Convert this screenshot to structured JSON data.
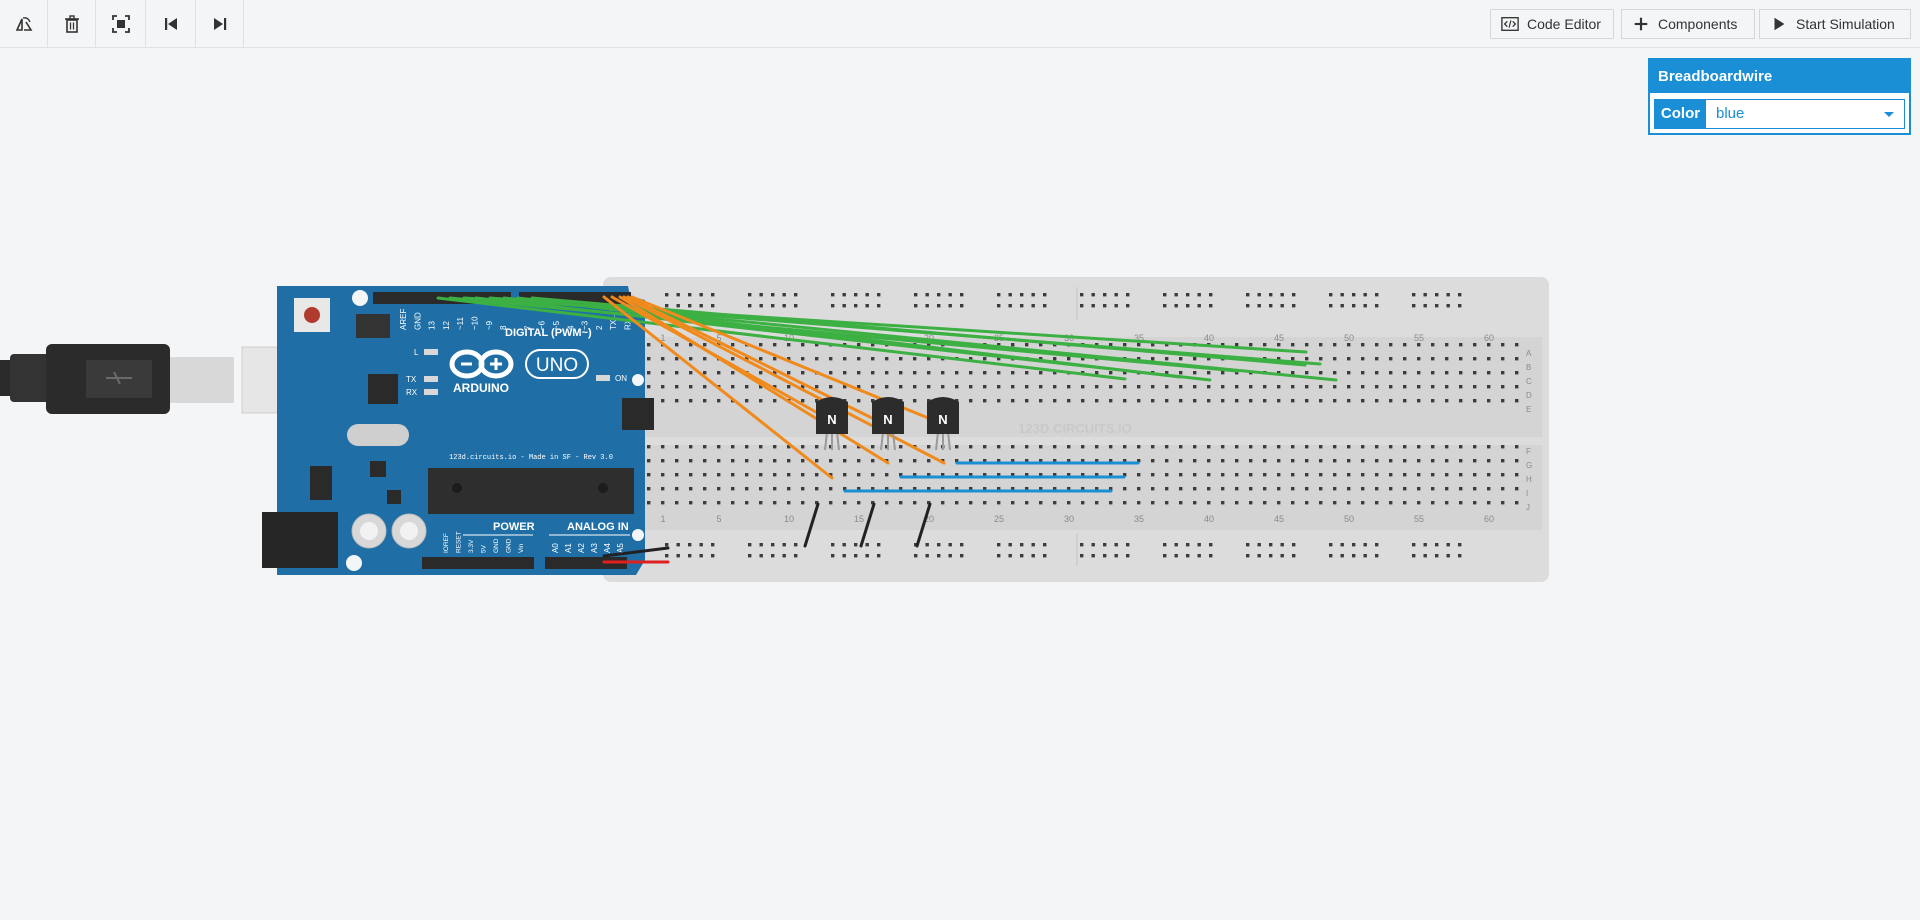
{
  "toolbar": {
    "left_tools": [
      {
        "name": "rotate-icon"
      },
      {
        "name": "trash-icon"
      },
      {
        "name": "fit-view-icon"
      },
      {
        "name": "skip-back-icon"
      },
      {
        "name": "skip-forward-icon"
      }
    ],
    "code_editor_label": "Code Editor",
    "components_label": "Components",
    "start_simulation_label": "Start Simulation"
  },
  "inspector": {
    "title": "Breadboardwire",
    "color_label": "Color",
    "color_value": "blue"
  },
  "board": {
    "digital_label": "DIGITAL (PWM~)",
    "brand": "ARDUINO",
    "model": "UNO",
    "footer_text": "123d.circuits.io - Made in SF - Rev 3.0",
    "power_label": "POWER",
    "analog_label": "ANALOG IN",
    "on_label": "ON",
    "led_l": "L",
    "led_tx": "TX",
    "led_rx": "RX",
    "digital_pins": [
      "AREF",
      "GND",
      "13",
      "12",
      "~11",
      "~10",
      "~9",
      "8",
      "7",
      "~6",
      "~5",
      "4",
      "~3",
      "2",
      "TX→1",
      "RX←0"
    ],
    "power_pins": [
      "IOREF",
      "RESET",
      "3.3V",
      "5V",
      "GND",
      "GND",
      "Vin"
    ],
    "analog_pins": [
      "A0",
      "A1",
      "A2",
      "A3",
      "A4",
      "A5"
    ]
  },
  "breadboard": {
    "watermark": "123D.CIRCUITS.IO",
    "column_numbers": [
      "1",
      "5",
      "10",
      "15",
      "20",
      "25",
      "30",
      "35",
      "40",
      "45",
      "50",
      "55",
      "60"
    ],
    "row_letters_top": [
      "A",
      "B",
      "C",
      "D",
      "E"
    ],
    "row_letters_bottom": [
      "F",
      "G",
      "H",
      "I",
      "J"
    ]
  },
  "transistors": [
    "N",
    "N",
    "N"
  ],
  "colors": {
    "accent": "#1a8fd6",
    "board_blue": "#1f6fa6",
    "wire_green": "#3cb043",
    "wire_orange": "#f08a1c",
    "wire_blue": "#1a8fd6",
    "wire_black": "#222222",
    "wire_red": "#e02020"
  }
}
